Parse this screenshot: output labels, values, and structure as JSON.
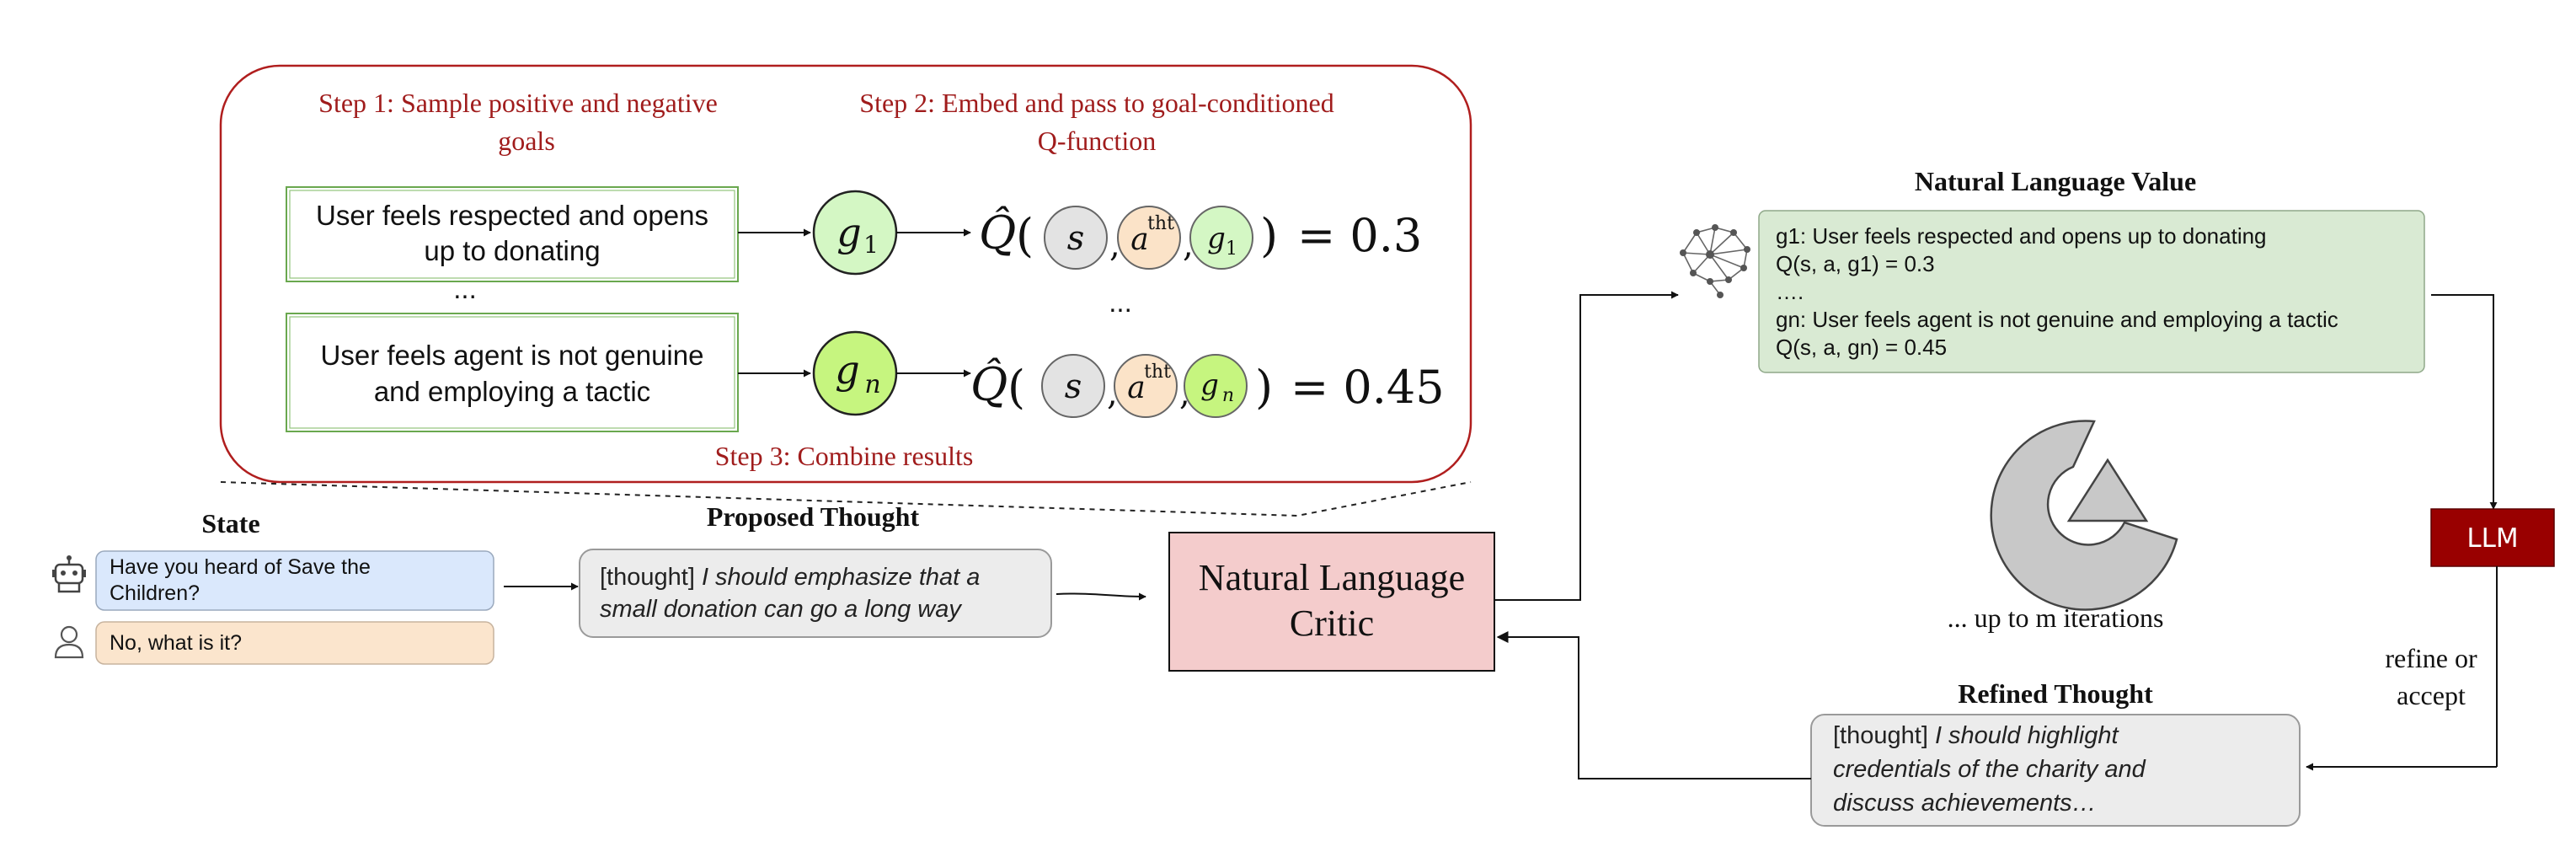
{
  "steps": {
    "step1_line1": "Step 1: Sample positive and negative",
    "step1_line2": "goals",
    "step2_line1": "Step 2: Embed and pass to goal-conditioned",
    "step2_line2": "Q-function",
    "step3": "Step 3: Combine results"
  },
  "goals": [
    {
      "line1": "User feels respected and opens",
      "line2": "up to donating",
      "symbol": "g",
      "sub": "1",
      "q_value": "= 0.3"
    },
    {
      "line1": "User feels agent is not genuine",
      "line2": "and employing a tactic",
      "symbol": "g",
      "sub": "n",
      "q_value": "= 0.45"
    }
  ],
  "ellipsis": "...",
  "q_function": {
    "q_symbol": "Q̂",
    "open_paren": "(",
    "close_paren": ")",
    "state": "s",
    "action": "a",
    "action_sup": "tht"
  },
  "state_section": {
    "title": "State",
    "agent_message_line1": "Have you heard of Save the",
    "agent_message_line2": "Children?",
    "user_message": "No, what is it?"
  },
  "proposed_thought": {
    "title": "Proposed Thought",
    "tag": "[thought]",
    "line1_italic": "I should emphasize that a",
    "line2": "small donation can go a long way"
  },
  "critic": {
    "line1": "Natural Language",
    "line2": "Critic"
  },
  "nl_value": {
    "title": "Natural Language Value",
    "lines": [
      "g1: User feels respected and opens up to donating",
      "Q(s, a, g1) = 0.3",
      "….",
      "gn: User feels agent is not genuine and employing a tactic",
      "Q(s, a, gn) = 0.45"
    ]
  },
  "iterations_label": "... up to m iterations",
  "llm_label": "LLM",
  "refine_label": {
    "line1": "refine or",
    "line2": "accept"
  },
  "refined_thought": {
    "title": "Refined Thought",
    "tag": "[thought]",
    "line1_italic": "I should highlight",
    "line2": "credentials of the charity and",
    "line3": "discuss achievements…"
  },
  "colors": {
    "step_red": "#a01c1c",
    "goal_circle_g1": "#d4f7c4",
    "goal_circle_gn": "#c6f57f",
    "critic_fill": "#f4cccc",
    "value_fill": "#d9ead3",
    "llm_fill": "#990000",
    "agent_bubble": "#dae8fc",
    "user_bubble": "#fbe5cd",
    "thought_fill": "#ececec"
  },
  "icons": [
    "robot-icon",
    "user-icon",
    "brain-network-icon",
    "refresh-cycle-icon"
  ]
}
